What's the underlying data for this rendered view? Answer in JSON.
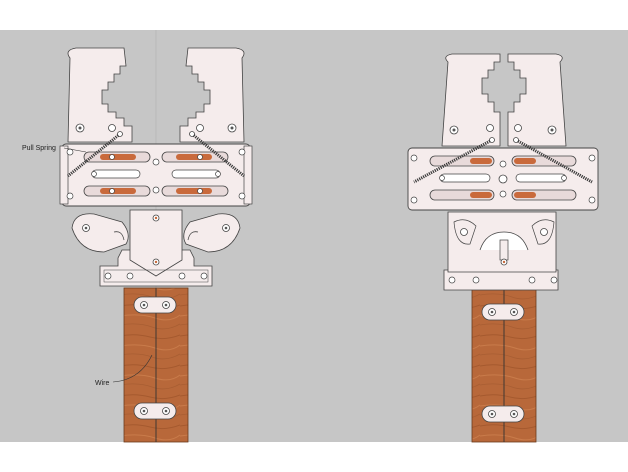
{
  "labels": {
    "pull_spring": "Pull Spring",
    "wire": "Wire"
  },
  "colors": {
    "background": "#c6c6c6",
    "part_fill": "#f5ecec",
    "part_stroke": "#444444",
    "wood": "#b8683a",
    "slot": "#c96a3c",
    "spring": "#3a3a3a"
  },
  "states": [
    "open",
    "closed"
  ]
}
